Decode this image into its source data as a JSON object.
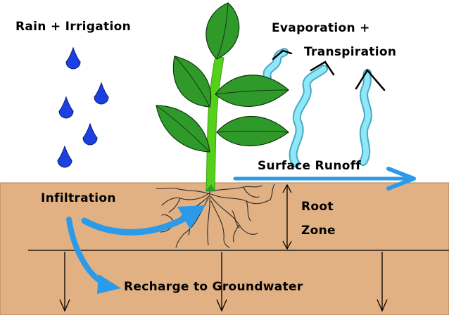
{
  "labels": {
    "rain_irrigation": "Rain + Irrigation",
    "evapotranspiration_line1": "Evaporation +",
    "evapotranspiration_line2": "Transpiration",
    "surface_runoff": "Surface Runoff",
    "infiltration": "Infiltration",
    "root_zone_line1": "Root",
    "root_zone_line2": "Zone",
    "recharge": "Recharge to Groundwater"
  },
  "colors": {
    "soil": "#e2b183",
    "water_drop": "#1b3fe0",
    "flow_arrow": "#2b9ae8",
    "vapor": "#8ee8f7",
    "leaf": "#2f9a2a",
    "stem": "#55d11c",
    "root": "#2a2a2a"
  }
}
